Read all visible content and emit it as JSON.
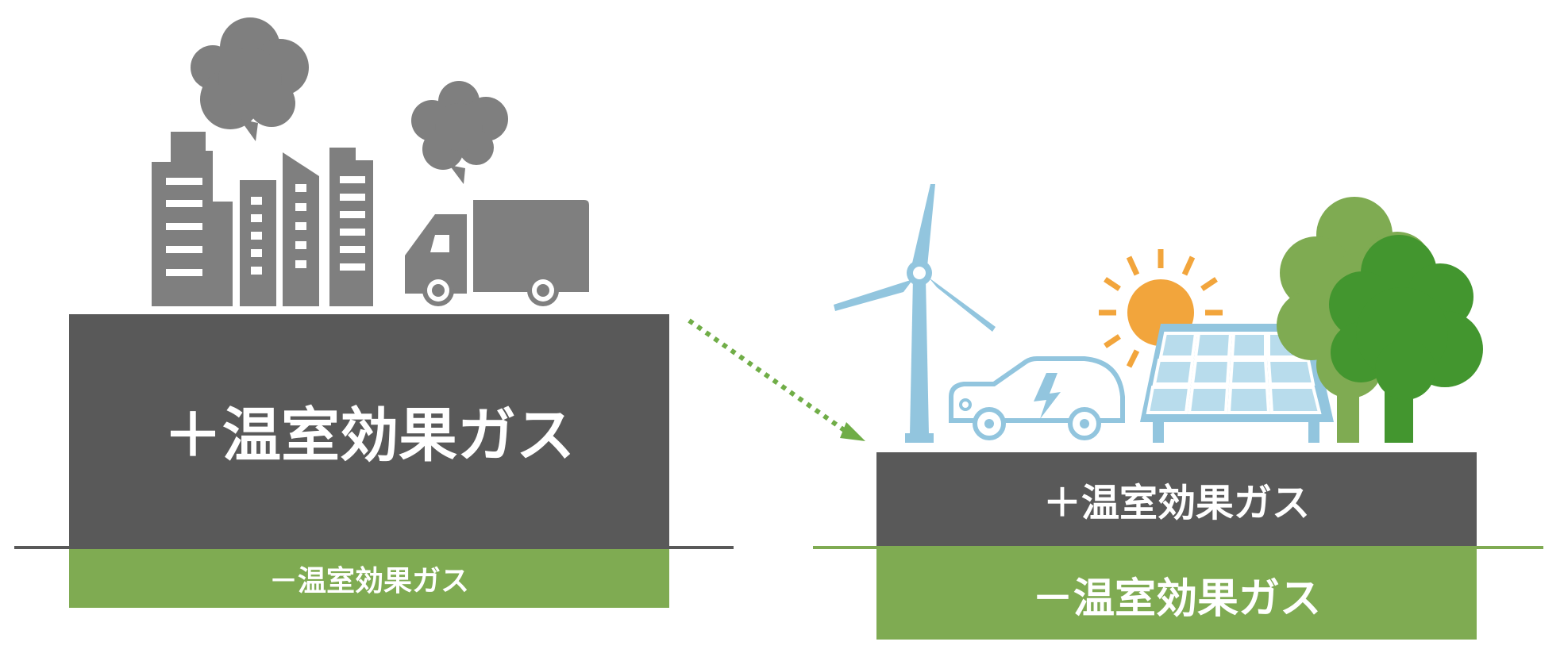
{
  "before": {
    "emission_label": "＋温室効果ガス",
    "absorption_label": "－温室効果ガス"
  },
  "after": {
    "emission_label": "＋温室効果ガス",
    "absorption_label": "－温室効果ガス"
  },
  "icons": {
    "before": [
      "smoke-cloud-icon",
      "office-buildings-icon",
      "truck-icon"
    ],
    "after": [
      "wind-turbine-icon",
      "electric-car-icon",
      "sun-icon",
      "solar-panel-icon",
      "trees-icon"
    ]
  },
  "colors": {
    "emission": "#595959",
    "absorption": "#7fab52",
    "icon_gray": "#7f7f7f",
    "clean_blue": "#92c5de",
    "sun": "#f2a53c",
    "tree_light": "#7fab52",
    "tree_dark": "#43962f",
    "arrow": "#70ad47"
  }
}
